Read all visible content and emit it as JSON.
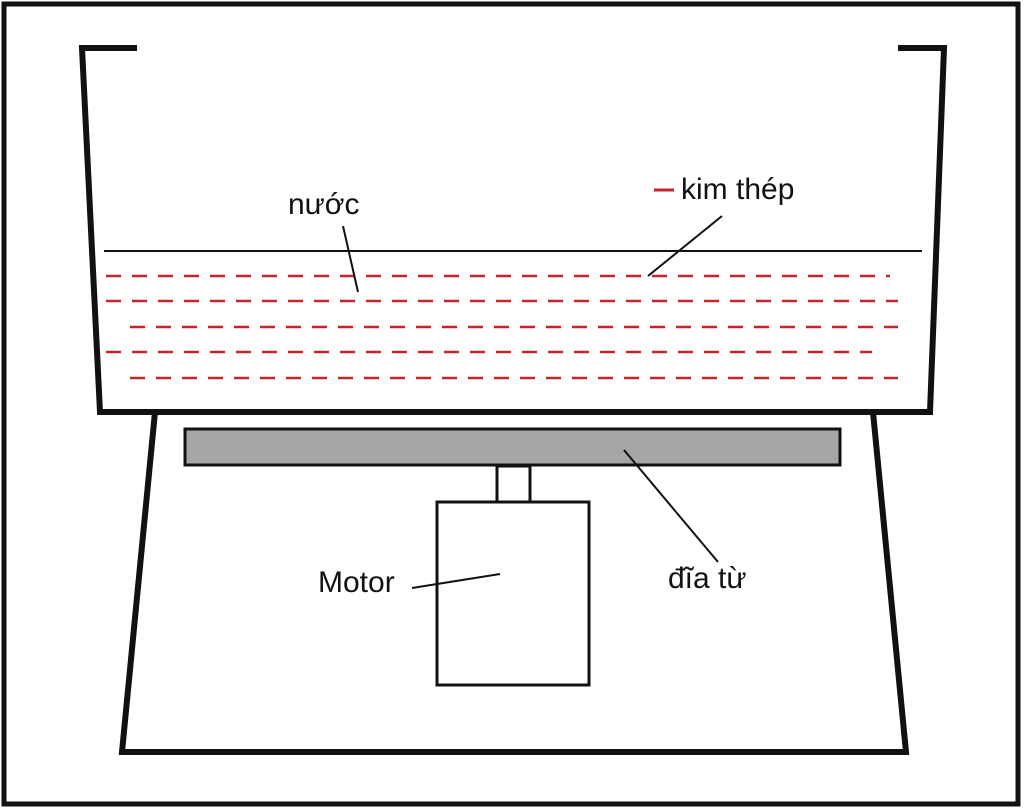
{
  "labels": {
    "water": "nước",
    "steel_needle": "kim thép",
    "motor": "Motor",
    "magnetic_disk": "đĩa từ"
  },
  "colors": {
    "outline": "#111111",
    "needle": "#c0272d",
    "disk_fill": "#a6a6a6",
    "background": "#ffffff"
  }
}
